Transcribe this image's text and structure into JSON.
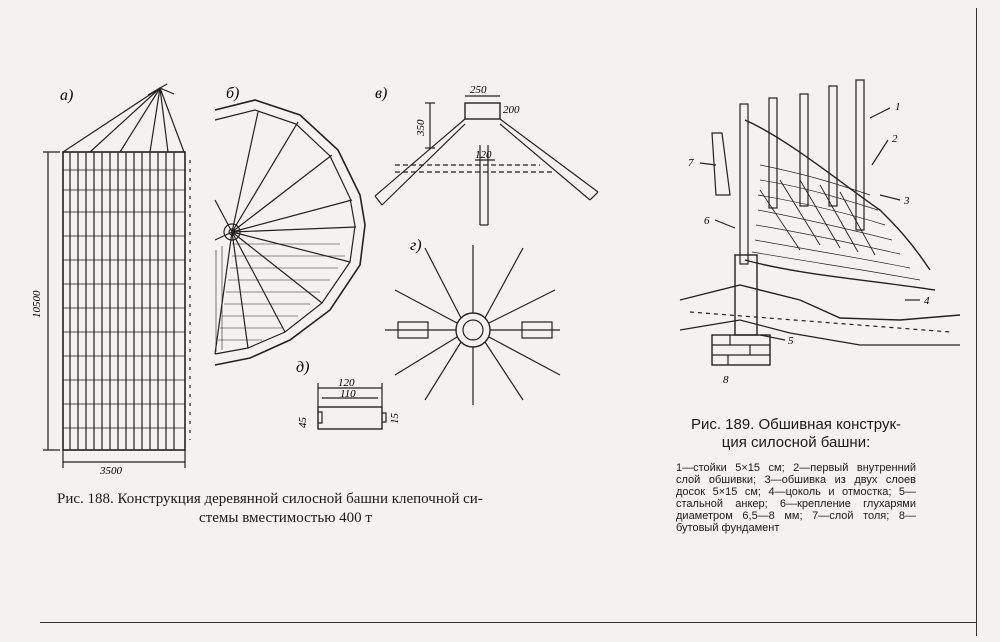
{
  "figure188": {
    "sub_labels": {
      "a": "а)",
      "b": "б)",
      "v": "в)",
      "g": "г)",
      "d": "д)"
    },
    "dims": {
      "height": "10500",
      "width": "3500",
      "top_250": "250",
      "top_200": "200",
      "side_350": "350",
      "mid_120": "120",
      "board_120": "120",
      "board_110": "110",
      "board_45": "45",
      "board_15": "15"
    },
    "caption_line1": "Рис. 188. Конструкция деревянной силосной башни клепочной си-",
    "caption_line2": "стемы вместимостью 400 т"
  },
  "figure189": {
    "callouts": [
      "1",
      "2",
      "3",
      "4",
      "5",
      "6",
      "7",
      "8"
    ],
    "title_line1": "Рис. 189. Обшивная конструк-",
    "title_line2": "ция силосной башни:",
    "legend": "1—стойки 5×15 см; 2—первый внутренний слой обшивки; 3—обшивка из двух слоев досок 5×15 см; 4—цоколь и отмостка; 5—стальной анкер; 6—крепление глухарями диаметром 6,5—8 мм; 7—слой толя; 8—бутовый фундамент"
  }
}
